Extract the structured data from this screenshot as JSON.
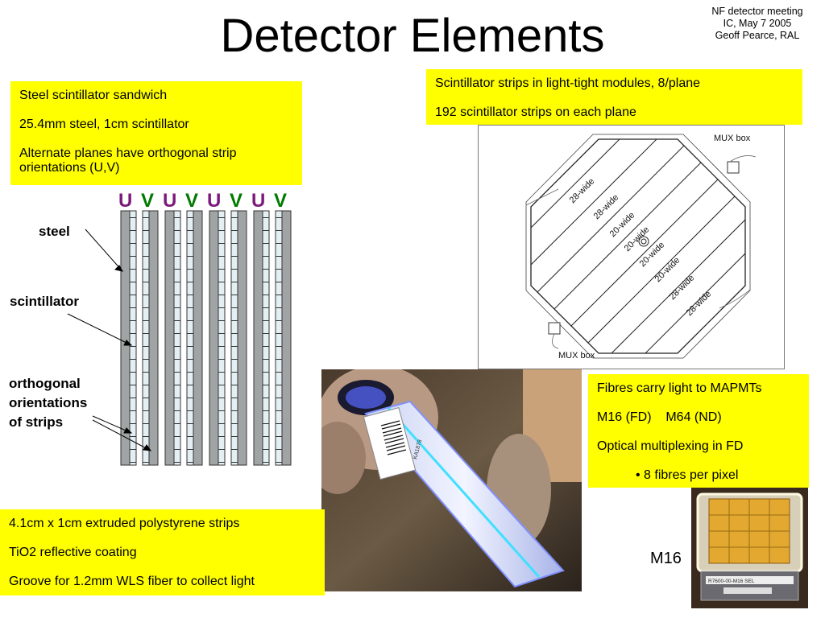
{
  "title": "Detector Elements",
  "meta": [
    "NF detector meeting",
    "IC, May 7 2005",
    "Geoff Pearce, RAL"
  ],
  "box_steel": [
    "Steel scintillator sandwich",
    "25.4mm steel, 1cm scintillator",
    "Alternate planes have orthogonal strip orientations (U,V)"
  ],
  "box_strips": [
    "Scintillator strips in light-tight modules, 8/plane",
    "192 scintillator strips on each plane"
  ],
  "box_fibres": [
    "Fibres carry light to MAPMTs",
    "M16 (FD)    M64 (ND)",
    "Optical multiplexing in FD",
    "• 8 fibres per pixel"
  ],
  "box_extruded": [
    "4.1cm x 1cm extruded polystyrene strips",
    "TiO2 reflective coating",
    "Groove for 1.2mm WLS fiber to collect light"
  ],
  "labels": {
    "steel": "steel",
    "scintillator": "scintillator",
    "orthogonal": [
      "orthogonal",
      "orientations",
      "of strips"
    ],
    "m16": "M16"
  },
  "uv": [
    "U",
    "V",
    "U",
    "V",
    "U",
    "V",
    "U",
    "V"
  ],
  "diagram": {
    "mux_top": "MUX box",
    "mux_bottom": "MUX box",
    "strips": [
      "28-wide",
      "28-wide",
      "20-wide",
      "20-wide",
      "20-wide",
      "20-wide",
      "28-wide",
      "28-wide"
    ]
  },
  "photo_barcode": "KA1878",
  "pmt_label": "R7600-00-M16 SEL"
}
